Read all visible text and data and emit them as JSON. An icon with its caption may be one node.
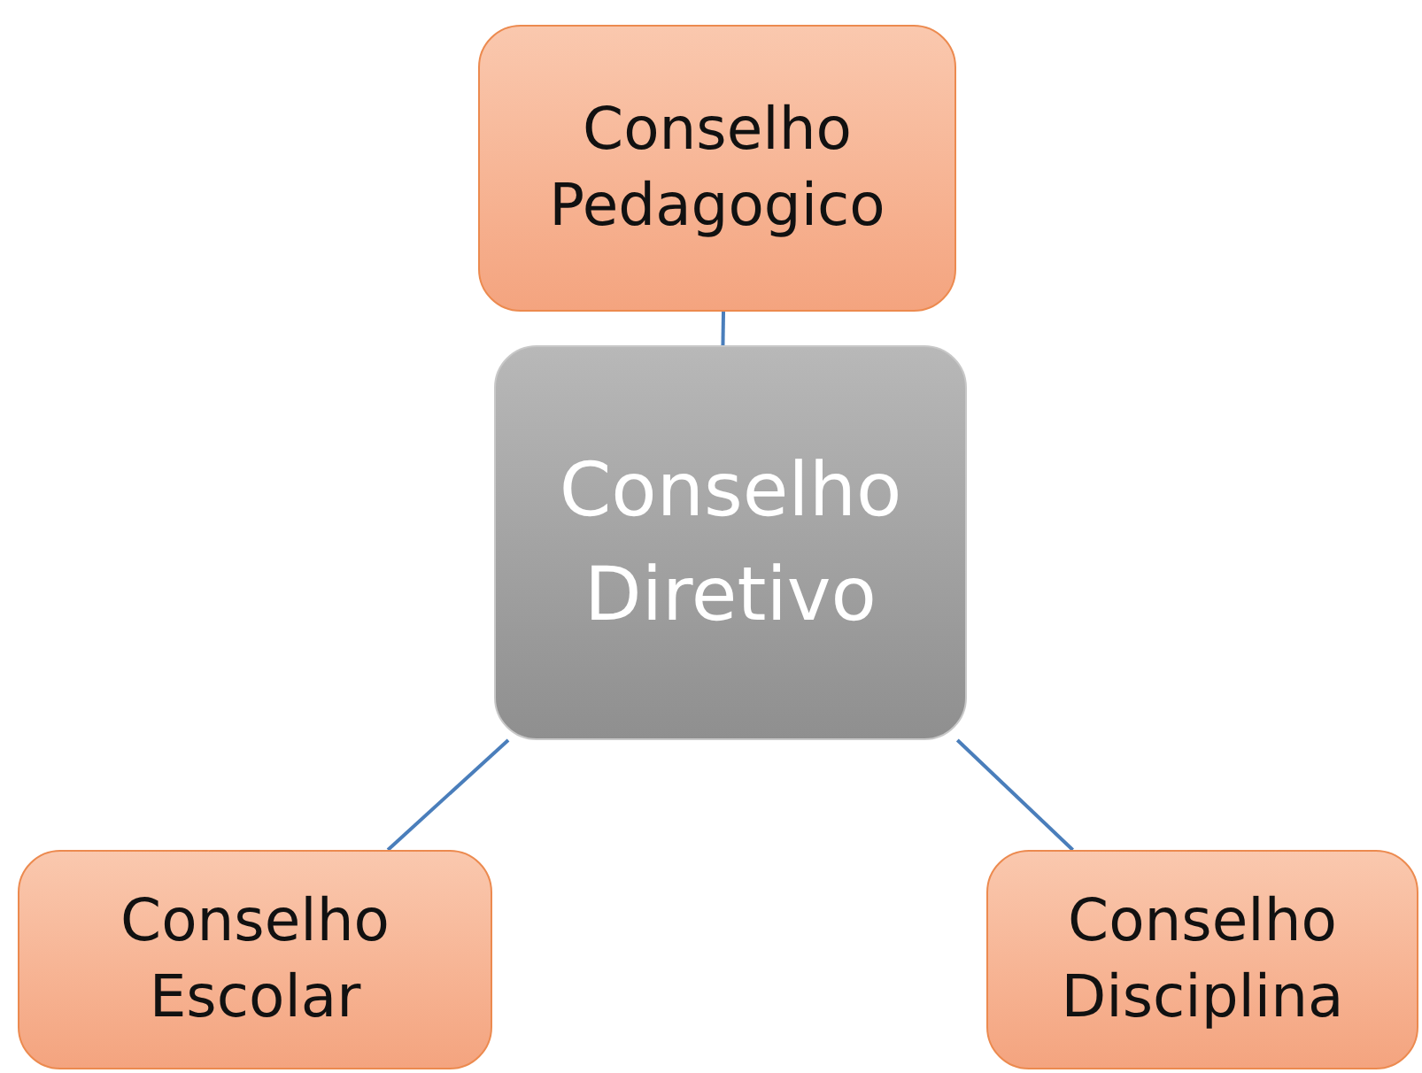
{
  "diagram": {
    "nodes": [
      {
        "text": [
          "Conselho Pedagogico"
        ]
      },
      {
        "text": [
          "Conselho Diretivo"
        ]
      },
      {
        "text": [
          "Conselho Escolar"
        ]
      },
      {
        "text": [
          "Conselho Disciplina"
        ]
      }
    ],
    "edges": [
      {
        "from": 1,
        "to": 0,
        "arrow": "none"
      },
      {
        "from": 1,
        "to": 2,
        "arrow": "none"
      },
      {
        "from": 1,
        "to": 3,
        "arrow": "none"
      }
    ]
  }
}
